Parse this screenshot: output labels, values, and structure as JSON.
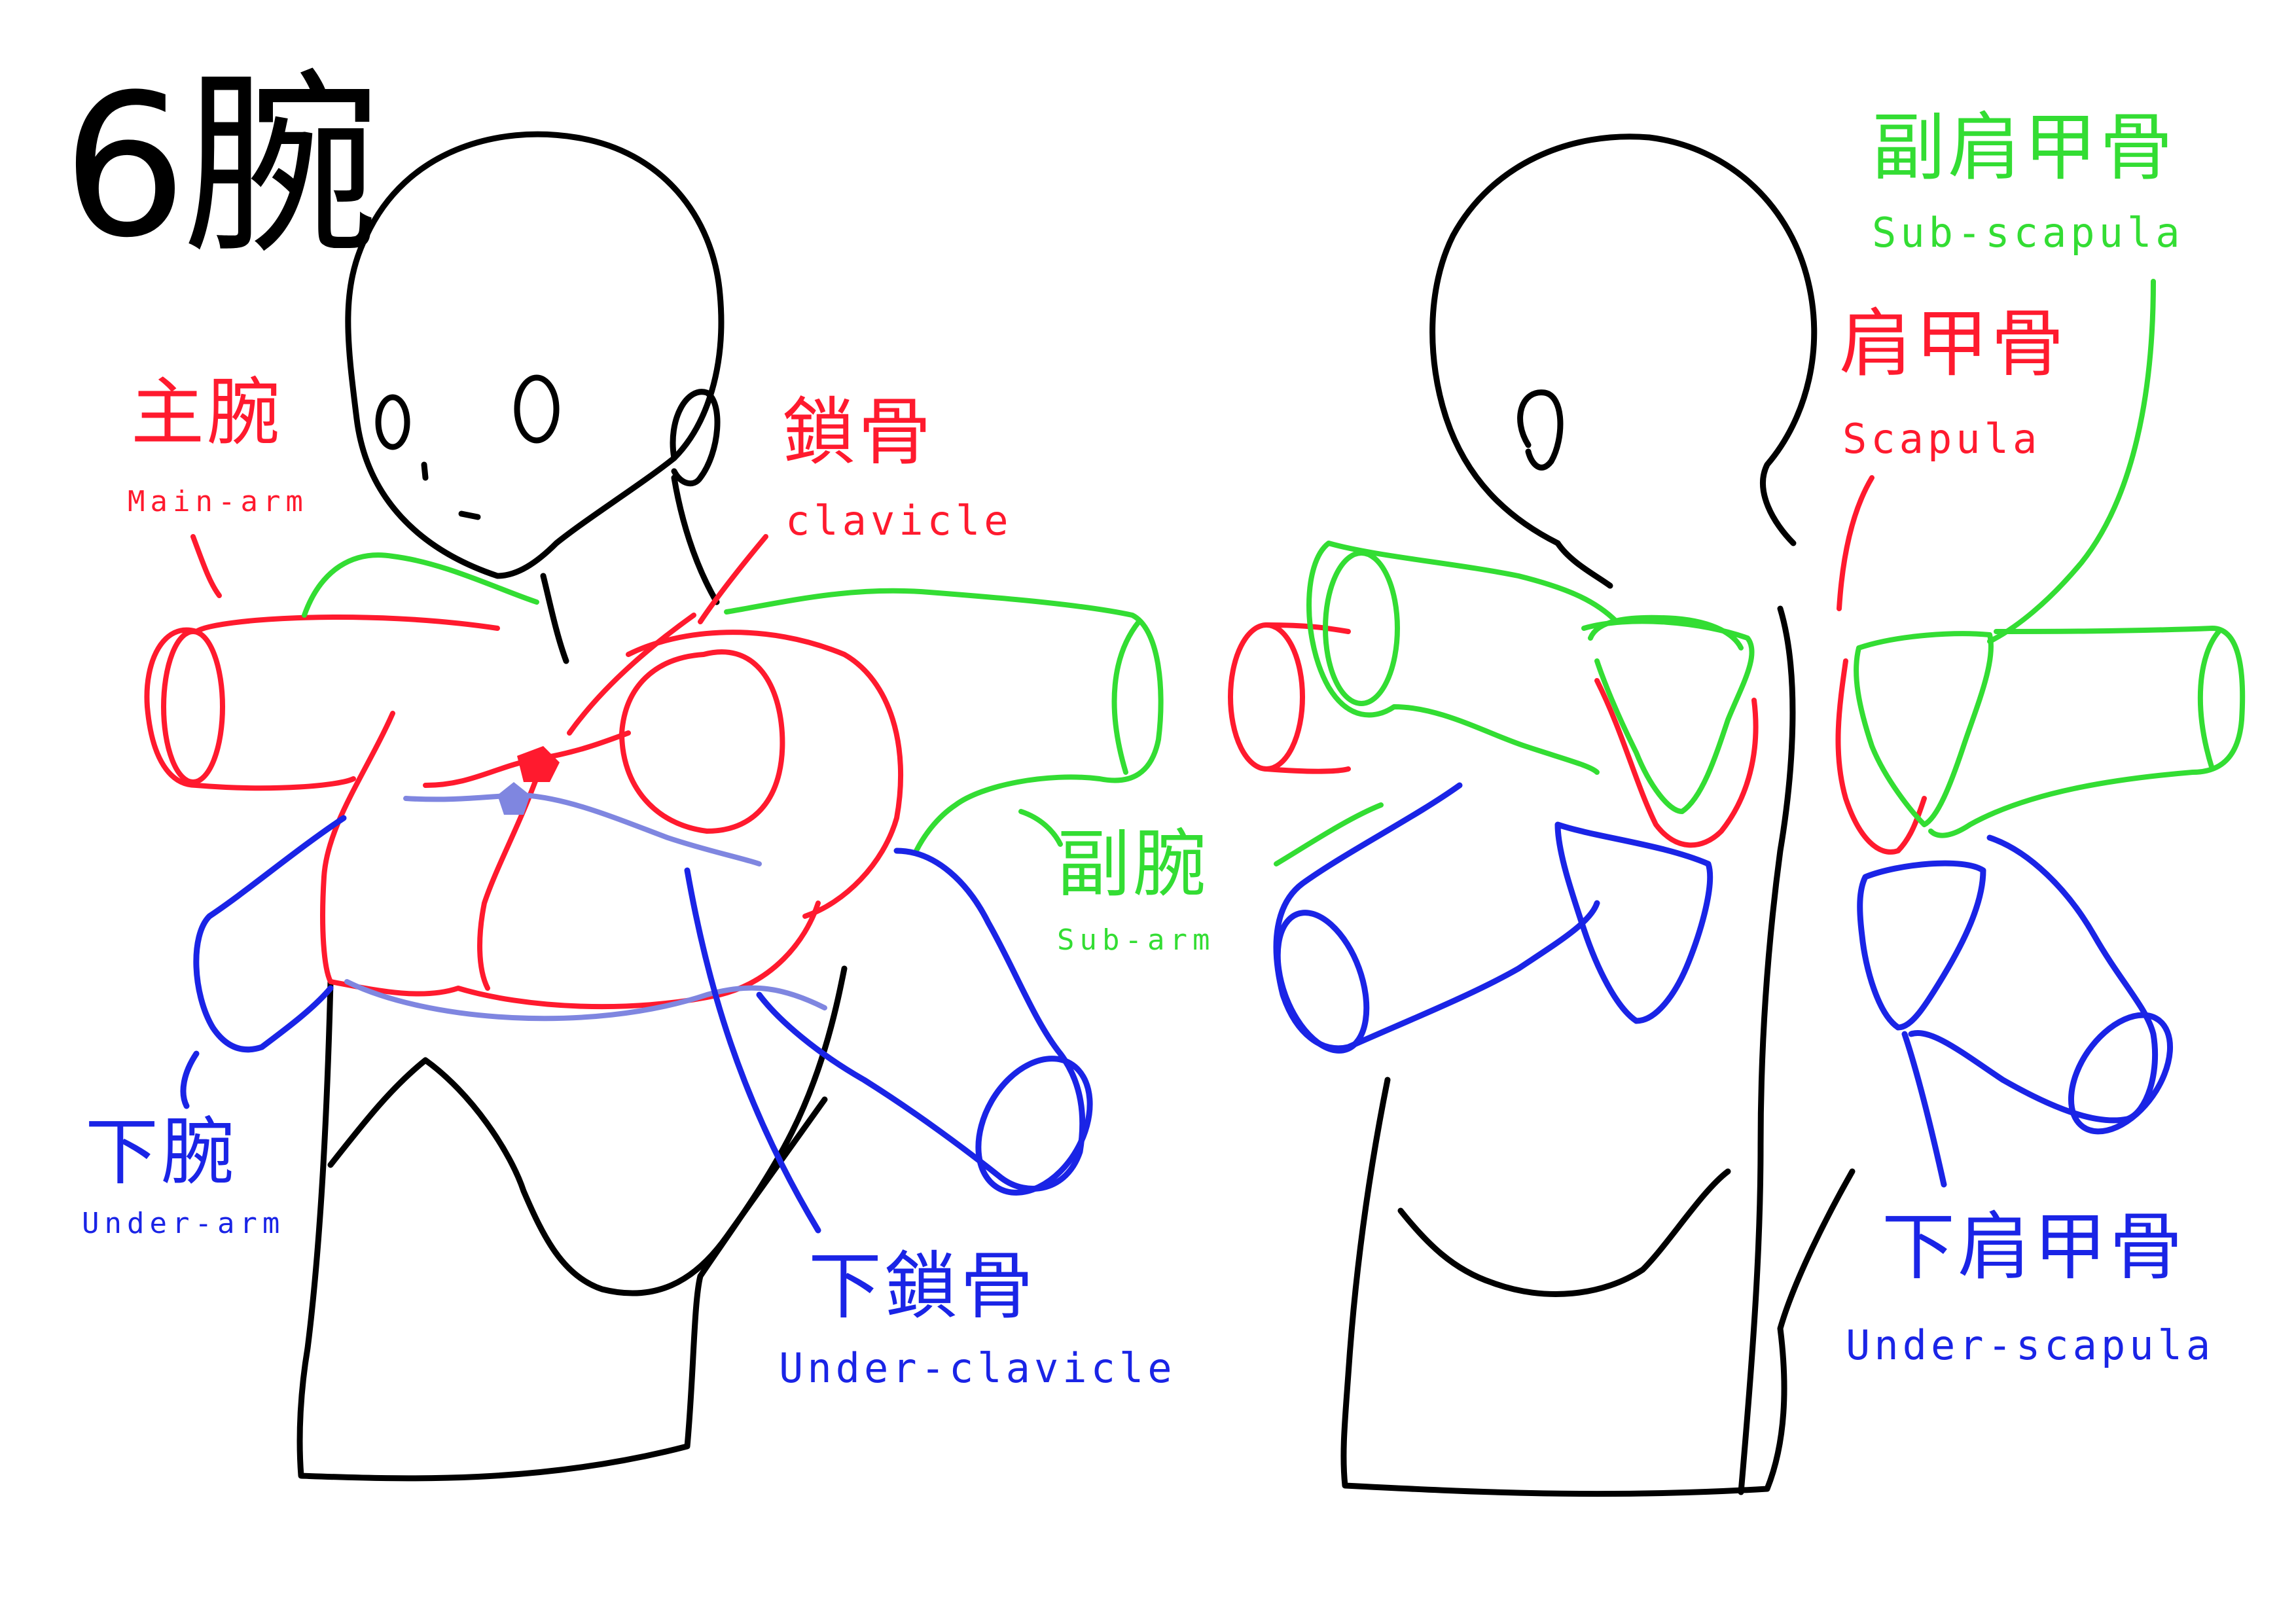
{
  "title": "6腕",
  "colors": {
    "red": "#ff1a2e",
    "green": "#33dd33",
    "blue": "#1a24e6",
    "pale_blue": "#7f86e0",
    "ink": "#000000"
  },
  "labels": {
    "main_arm": {
      "kanji": "主腕",
      "english": "Main-arm"
    },
    "clavicle": {
      "kanji": "鎖骨",
      "english": "clavicle"
    },
    "sub_arm": {
      "kanji": "副腕",
      "english": "Sub-arm"
    },
    "under_arm": {
      "kanji": "下腕",
      "english": "Under-arm"
    },
    "under_clavicle": {
      "kanji": "下鎖骨",
      "english": "Under-clavicle"
    },
    "sub_scapula": {
      "kanji": "副肩甲骨",
      "english": "Sub-scapula"
    },
    "scapula": {
      "kanji": "肩甲骨",
      "english": "Scapula"
    },
    "under_scapula": {
      "kanji": "下肩甲骨",
      "english": "Under-scapula"
    }
  }
}
